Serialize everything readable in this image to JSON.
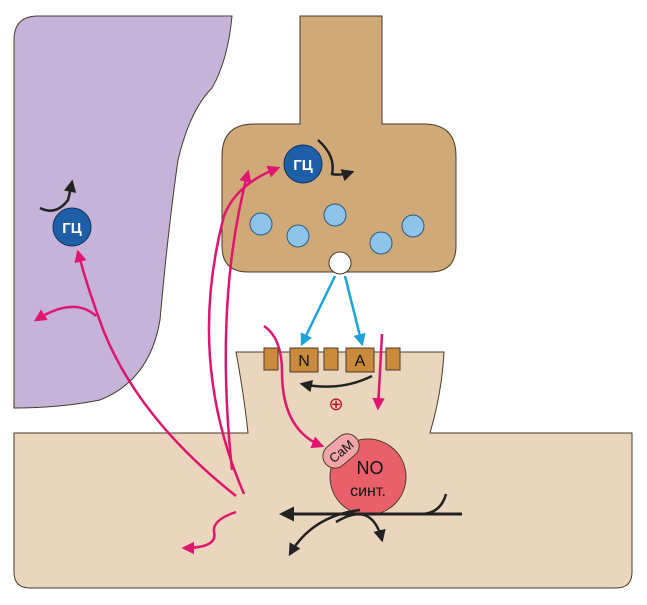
{
  "colors": {
    "glia": "#c5b3d9",
    "presynaptic": "#cfaa78",
    "postsynaptic": "#ead6bd",
    "outline": "#4a3a2a",
    "gc_fill": "#1f5fa8",
    "vesicle": "#8ec4ea",
    "receptor": "#c98a3c",
    "no_synthase": "#e8606a",
    "calmodulin": "#f2a5a9",
    "no_arrow": "#e0156e",
    "glutamate_arrow": "#1aa3d8",
    "black_arrow": "#222222"
  },
  "labels": {
    "gc_glia": "ГЦ",
    "gc_presyn": "ГЦ",
    "receptor_n": "N",
    "receptor_a": "A",
    "plus": "⊕",
    "calmodulin": "CaM",
    "no_line1": "NO",
    "no_line2": "синт."
  },
  "icons": {
    "plus": "circled-plus-icon"
  }
}
